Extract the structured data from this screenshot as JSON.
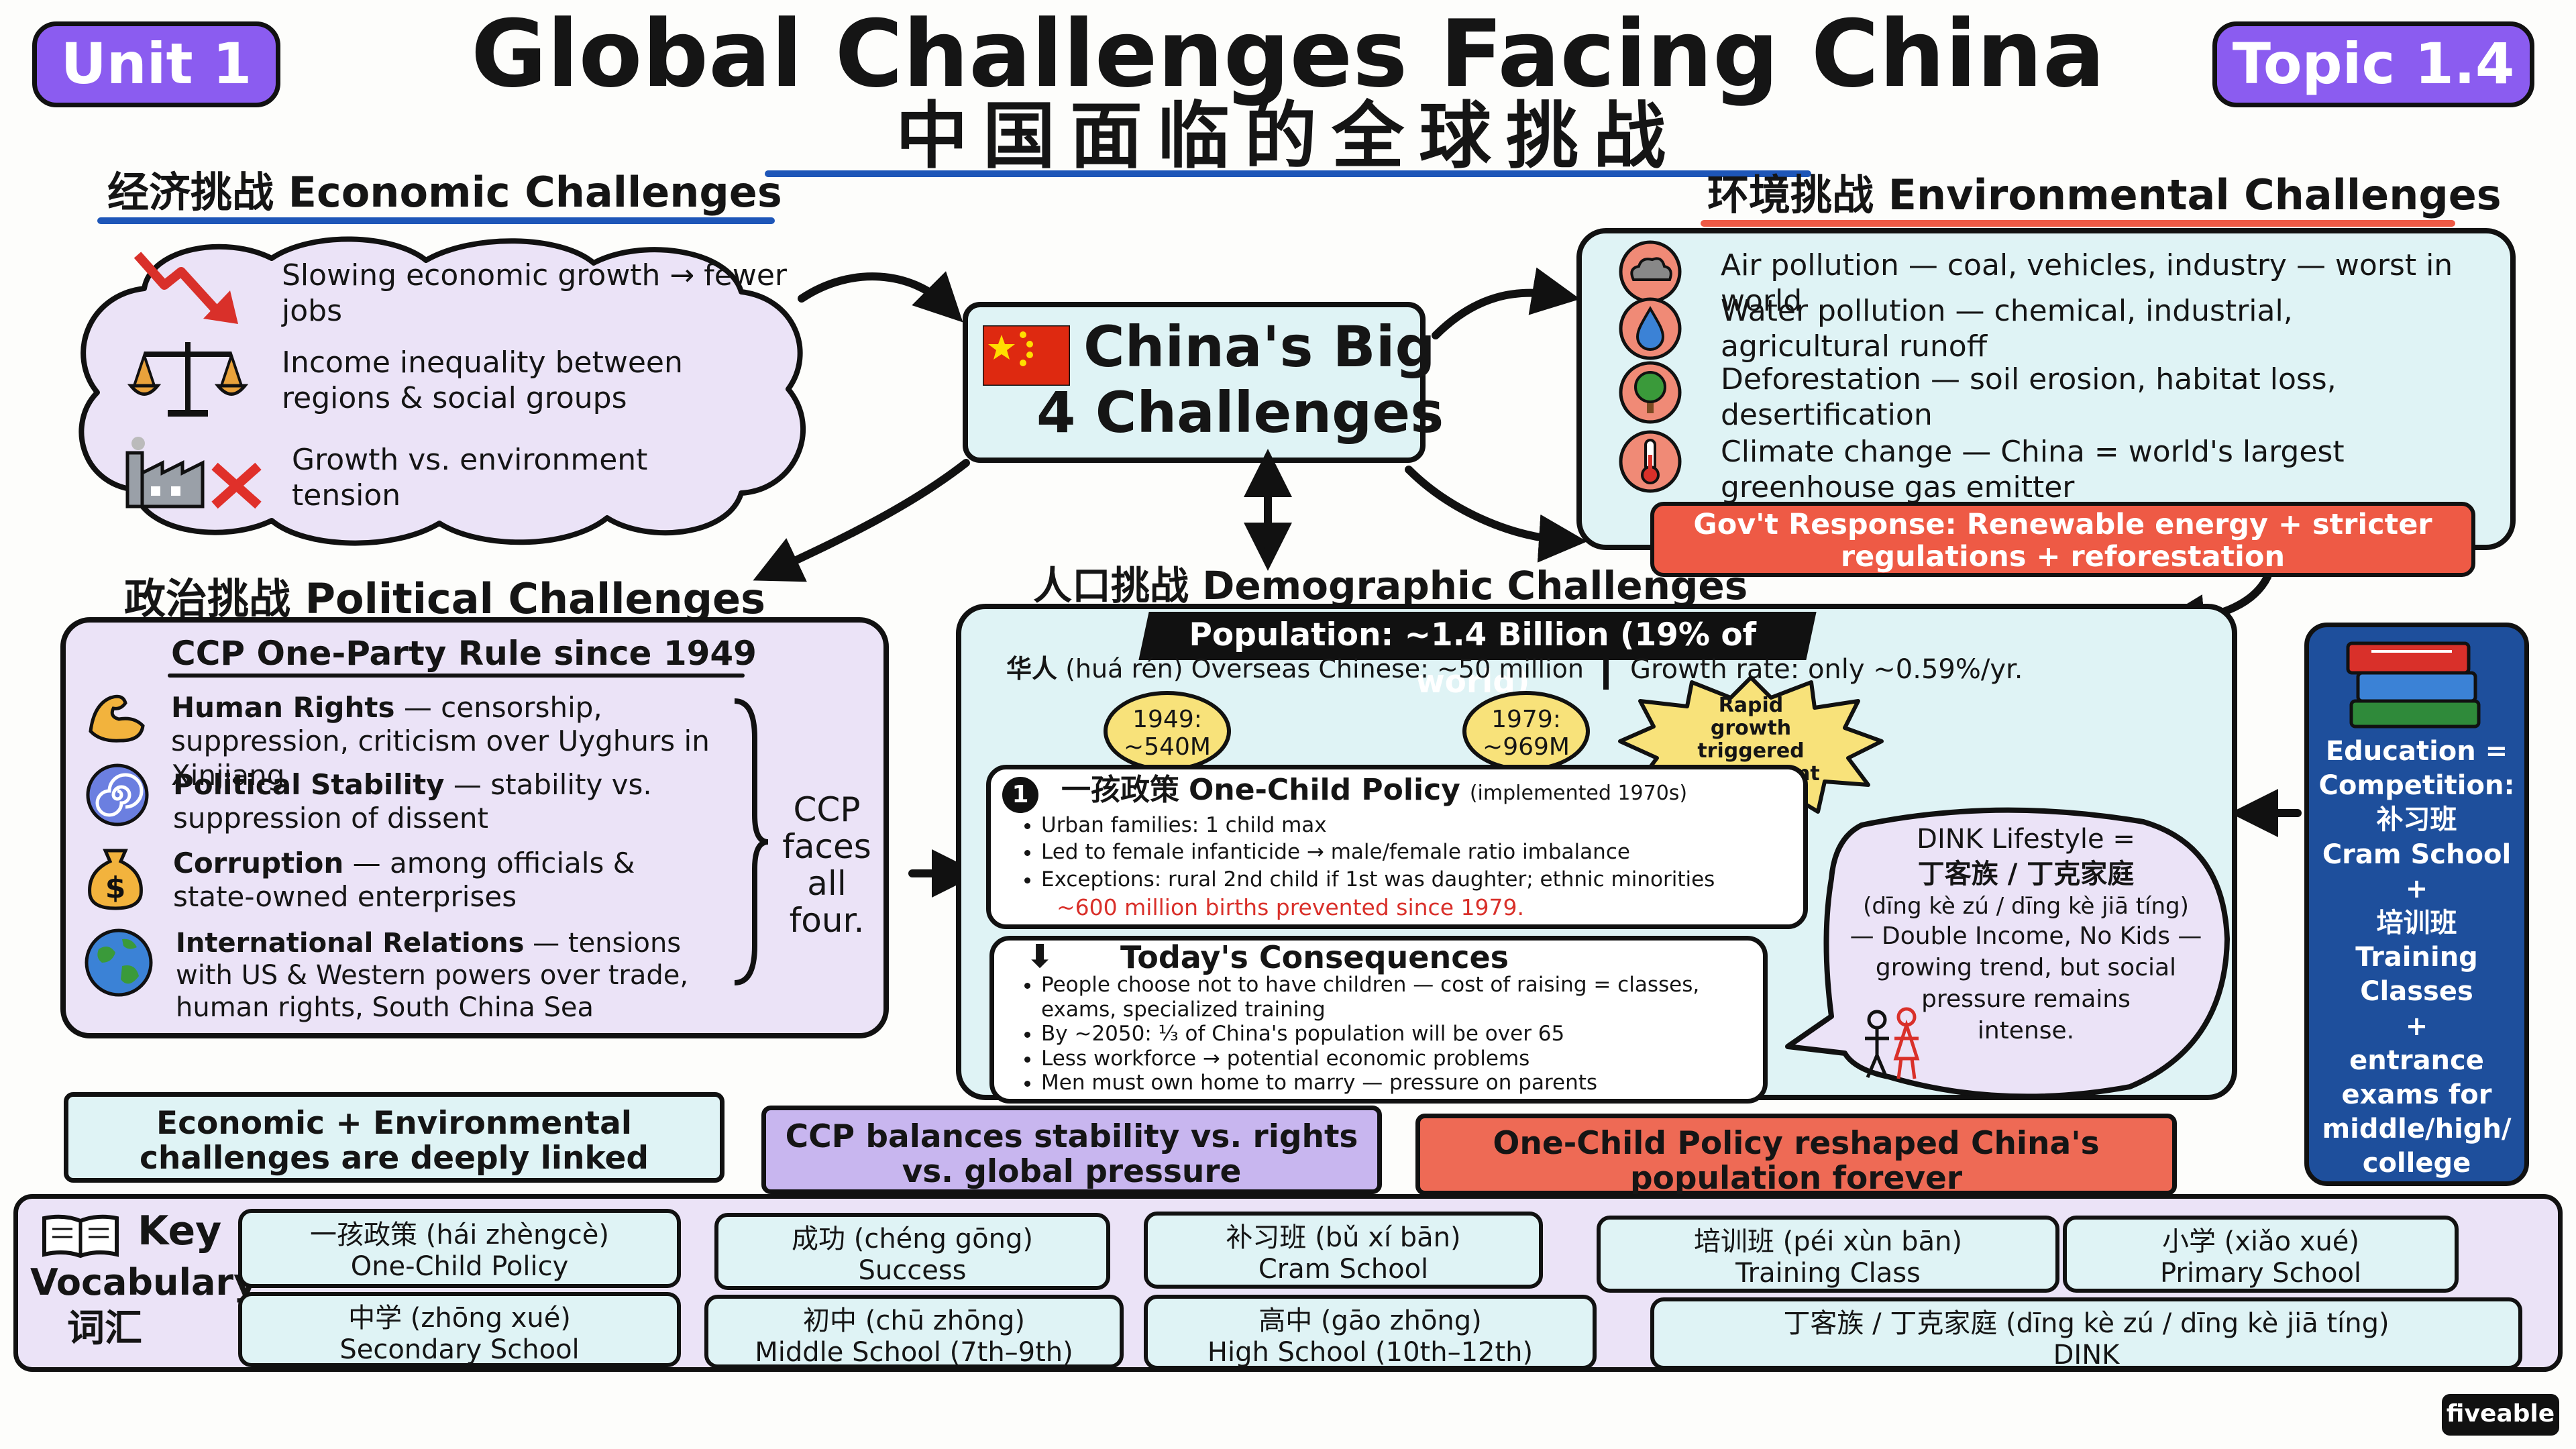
{
  "header": {
    "unit": "Unit 1",
    "topic": "Topic 1.4",
    "title_en": "Global Challenges Facing China",
    "title_zh": "中国面临的全球挑战"
  },
  "center": {
    "line1": "China's Big",
    "line2": "4 Challenges"
  },
  "economic": {
    "title_zh": "经济挑战",
    "title_en": "Economic Challenges",
    "items": [
      {
        "icon": "falling-chart-icon",
        "text": "Slowing economic growth → fewer jobs"
      },
      {
        "icon": "balance-scale-icon",
        "text": "Income inequality between regions & social groups"
      },
      {
        "icon": "factory-x-icon",
        "text": "Growth vs. environment tension"
      }
    ]
  },
  "environmental": {
    "title_zh": "环境挑战",
    "title_en": "Environmental Challenges",
    "items": [
      {
        "icon": "cloud-icon",
        "label": "Air pollution",
        "rest": " — coal, vehicles, industry — worst in world"
      },
      {
        "icon": "water-drop-icon",
        "label": "Water pollution",
        "rest": " — chemical, industrial, agricultural runoff"
      },
      {
        "icon": "tree-icon",
        "label": "Deforestation",
        "rest": " — soil erosion, habitat loss, desertification"
      },
      {
        "icon": "thermometer-icon",
        "label": "Climate change",
        "rest": " — China = world's largest greenhouse gas emitter"
      }
    ],
    "response": "Gov't Response: Renewable energy + stricter regulations + reforestation"
  },
  "political": {
    "title_zh": "政治挑战",
    "title_en": "Political Challenges",
    "subtitle": "CCP One-Party Rule since 1949",
    "items": [
      {
        "icon": "flexed-arm-icon",
        "label": "Human Rights",
        "rest": " — censorship, suppression, criticism over Uyghurs in Xinjiang"
      },
      {
        "icon": "spiral-icon",
        "label": "Political Stability",
        "rest": " — stability vs. suppression of dissent"
      },
      {
        "icon": "money-bag-icon",
        "label": "Corruption",
        "rest": " — among officials & state-owned enterprises"
      },
      {
        "icon": "globe-icon",
        "label": "International Relations",
        "rest": " — tensions with US & Western powers over trade, human rights, South China Sea"
      }
    ],
    "note": "CCP faces all four."
  },
  "demographic": {
    "title_zh": "人口挑战",
    "title_en": "Demographic Challenges",
    "population": "Population: ~1.4 Billion (19% of world)",
    "overseas_zh": "华人",
    "overseas": "(huá rén) Overseas Chinese: ~50 million",
    "growth": "Growth rate: only ~0.59%/yr.",
    "p1949": "1949: ~540M",
    "p1979": "1979: ~969M",
    "burst": "Rapid growth triggered government action!",
    "policy": {
      "num": "1",
      "title_zh": "一孩政策",
      "title_en": "One-Child Policy",
      "implemented": "(implemented 1970s)",
      "items": [
        "Urban families: 1 child max",
        "Led to female infanticide → male/female ratio imbalance",
        "Exceptions: rural 2nd child if 1st was daughter; ethnic minorities"
      ],
      "prevented": "~600 million births prevented since 1979."
    },
    "consequences": {
      "title": "Today's Consequences",
      "items": [
        "People choose not to have children — cost of raising = classes, exams, specialized training",
        "By ~2050: ⅓ of China's population will be over 65",
        "Less workforce → potential economic problems",
        "Men must own home to marry — pressure on parents"
      ]
    },
    "dink": {
      "line1": "DINK Lifestyle =",
      "line2": "丁客族 / 丁克家庭",
      "line3": "(dīng kè zú / dīng kè jiā tíng)",
      "line4": "— Double Income, No Kids —",
      "line5": "growing trend, but social",
      "line6": "pressure remains",
      "line7": "intense."
    }
  },
  "education": {
    "l1": "Education =",
    "l2": "Competition:",
    "l3": "补习班",
    "l4": "Cram School",
    "l5": "+",
    "l6": "培训班",
    "l7": "Training",
    "l8": "Classes",
    "l9": "+",
    "l10": "entrance",
    "l11": "exams for",
    "l12": "middle/high/",
    "l13": "college"
  },
  "takeaways": {
    "a": "Economic + Environmental challenges are deeply linked",
    "b": "CCP balances stability vs. rights vs. global pressure",
    "c": "One-Child Policy reshaped China's population forever"
  },
  "vocab": {
    "title1": "Key",
    "title2": "Vocabulary",
    "title3": "词汇",
    "items": [
      {
        "top": "一孩政策 (hái zhèngcè)",
        "bottom": "One-Child Policy"
      },
      {
        "top": "成功 (chéng gōng)",
        "bottom": "Success"
      },
      {
        "top": "补习班 (bǔ xí bān)",
        "bottom": "Cram School"
      },
      {
        "top": "培训班 (péi xùn bān)",
        "bottom": "Training Class"
      },
      {
        "top": "小学 (xiǎo xué)",
        "bottom": "Primary School"
      },
      {
        "top": "中学 (zhōng xué)",
        "bottom": "Secondary School"
      },
      {
        "top": "初中 (chū zhōng)",
        "bottom": "Middle School (7th–9th)"
      },
      {
        "top": "高中 (gāo zhōng)",
        "bottom": "High School (10th–12th)"
      },
      {
        "top": "丁客族 / 丁克家庭 (dīng kè zú / dīng kè jiā tíng)",
        "bottom": "DINK"
      }
    ]
  },
  "footer": {
    "brand": "fiveable"
  },
  "colors": {
    "purple": "#8b5cf0",
    "lavender": "#ebe3f7",
    "cyan": "#dff3f5",
    "red": "#ee5a45",
    "navy": "#1e4f9c",
    "blue_line": "#1e56b8"
  }
}
